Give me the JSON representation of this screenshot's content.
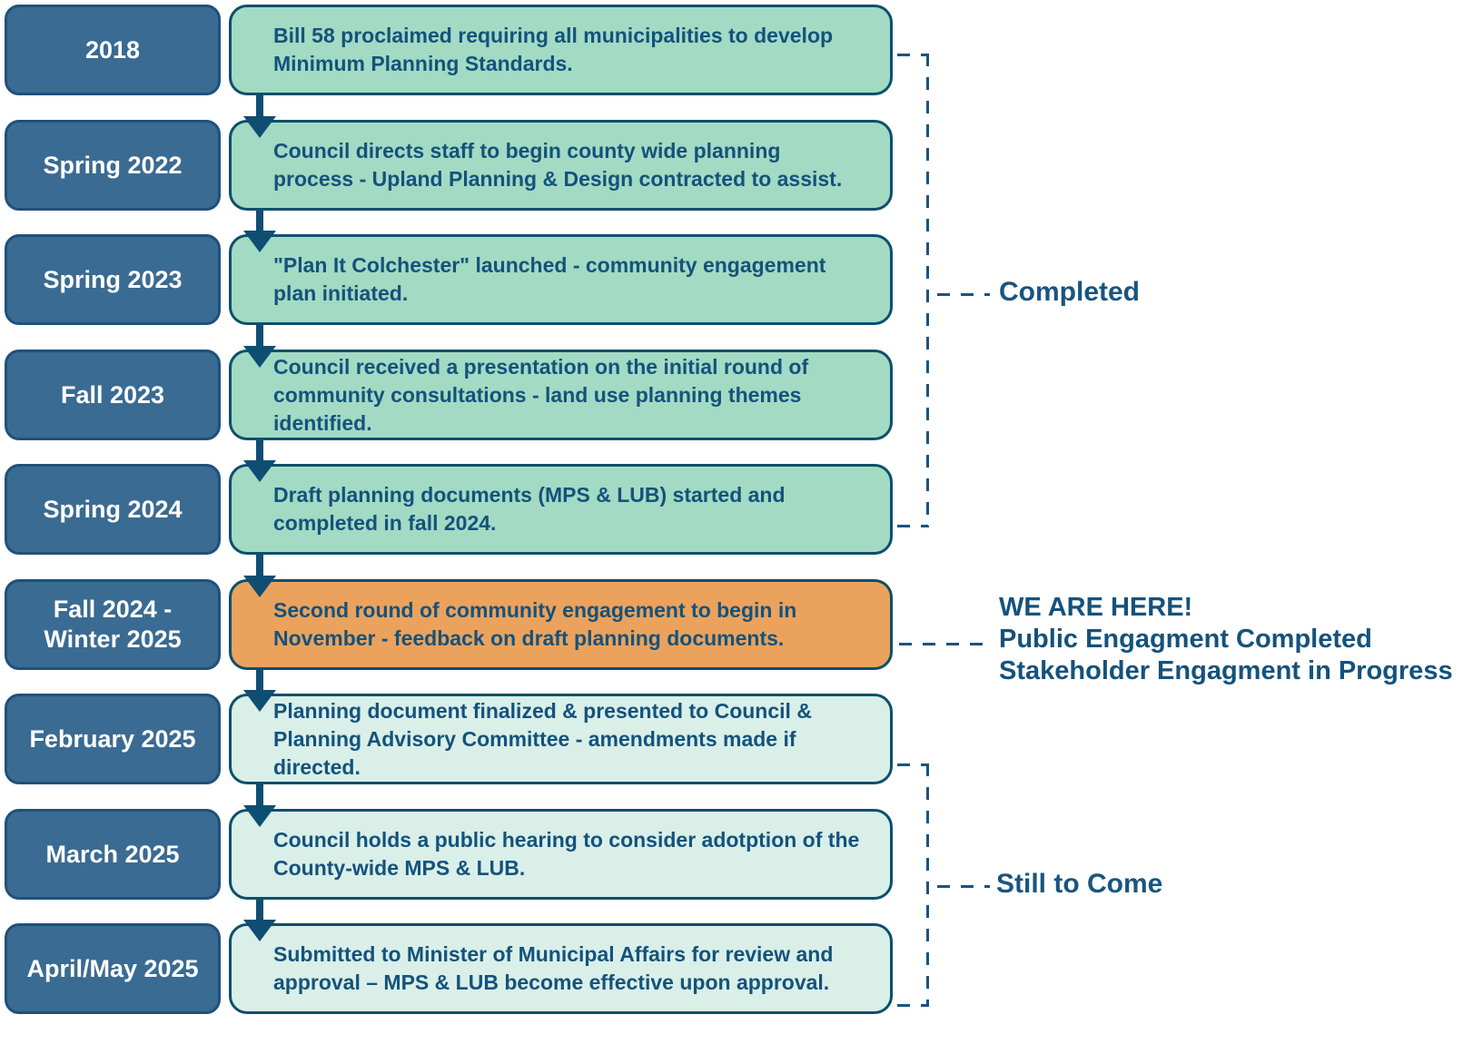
{
  "timeline": {
    "rows": [
      {
        "date": "2018",
        "event": "Bill 58 proclaimed requiring all municipalities to develop\nMinimum Planning Standards.",
        "status": "completed"
      },
      {
        "date": "Spring 2022",
        "event": "Council directs staff to begin county wide planning\nprocess - Upland Planning & Design contracted to assist.",
        "status": "completed"
      },
      {
        "date": "Spring 2023",
        "event": "\"Plan It Colchester\" launched - community engagement\nplan initiated.",
        "status": "completed"
      },
      {
        "date": "Fall 2023",
        "event": "Council received a presentation on the initial round of\ncommunity consultations - land use planning themes\nidentified.",
        "status": "completed"
      },
      {
        "date": "Spring 2024",
        "event": "Draft planning documents  (MPS & LUB) started  and\ncompleted in fall 2024.",
        "status": "completed"
      },
      {
        "date": "Fall 2024 -\nWinter 2025",
        "event": "Second round of community engagement to begin in\nNovember - feedback on draft planning documents.",
        "status": "current"
      },
      {
        "date": "February 2025",
        "event": "Planning document finalized & presented to Council &\nPlanning Advisory Committee - amendments made if directed.",
        "status": "upcoming"
      },
      {
        "date": "March 2025",
        "event": "Council holds a public hearing to consider adotption of the\nCounty-wide MPS & LUB.",
        "status": "upcoming"
      },
      {
        "date": "April/May 2025",
        "event": "Submitted to Minister of Municipal Affairs for review and\napproval – MPS & LUB become effective upon approval.",
        "status": "upcoming"
      }
    ]
  },
  "annotations": {
    "completed_label": "Completed",
    "here_title": "WE ARE HERE!",
    "here_line1": "Public Engagment Completed",
    "here_line2": "Stakeholder Engagment in Progress",
    "upcoming_label": "Still to Come"
  },
  "colors": {
    "date_box_fill": "#3a6b92",
    "completed_fill": "#a3dac3",
    "current_fill": "#eba25c",
    "upcoming_fill": "#d9efe8",
    "outline_navy": "#0d4f6b",
    "text_navy": "#14527c",
    "label_navy": "#19557f",
    "white": "#ffffff"
  }
}
